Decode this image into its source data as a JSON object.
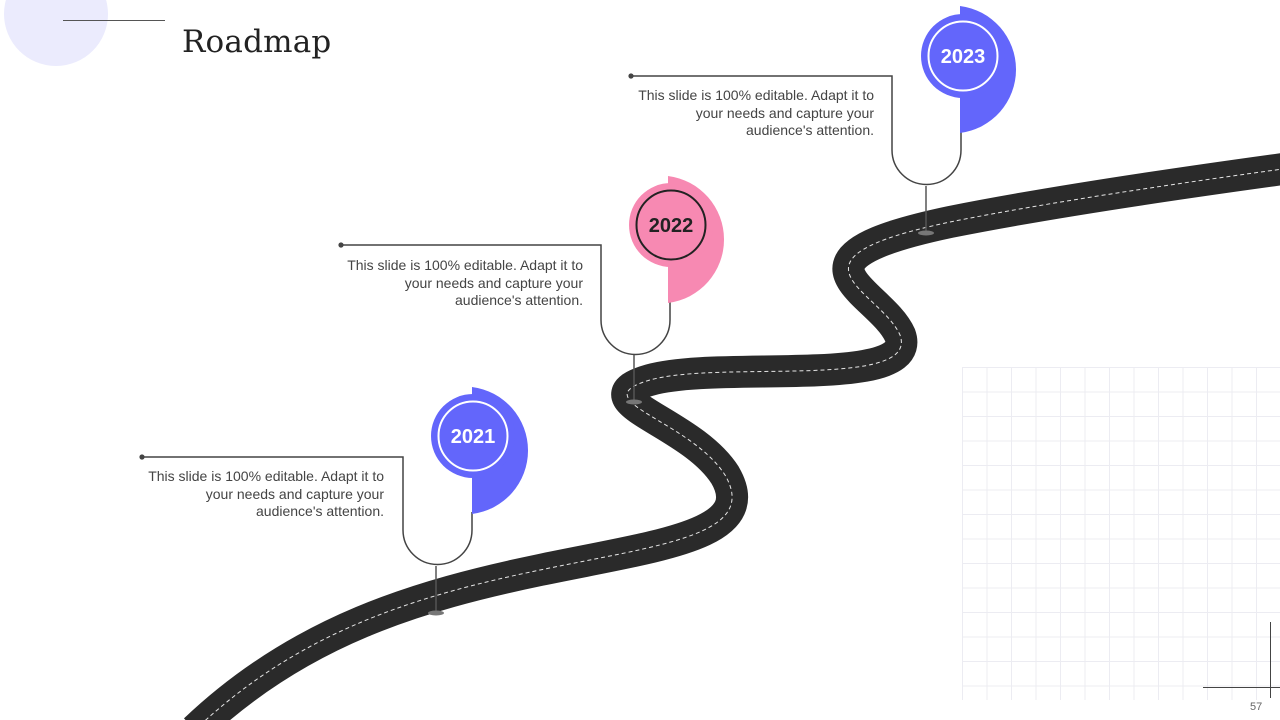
{
  "title": "Roadmap",
  "page_number": "57",
  "colors": {
    "road": "#2a2a2a",
    "periwinkle": "#6366fb",
    "pink": "#f789b2",
    "connector": "#444444"
  },
  "milestones": [
    {
      "year": "2021",
      "text": "This slide is 100% editable.  Adapt it to your needs and capture your audience's attention.",
      "color": "periwinkle"
    },
    {
      "year": "2022",
      "text": "This slide is 100% editable.  Adapt it to your needs and capture your audience's attention.",
      "color": "pink"
    },
    {
      "year": "2023",
      "text": "This slide is 100% editable.  Adapt it to your needs and capture your audience's attention.",
      "color": "periwinkle"
    }
  ]
}
